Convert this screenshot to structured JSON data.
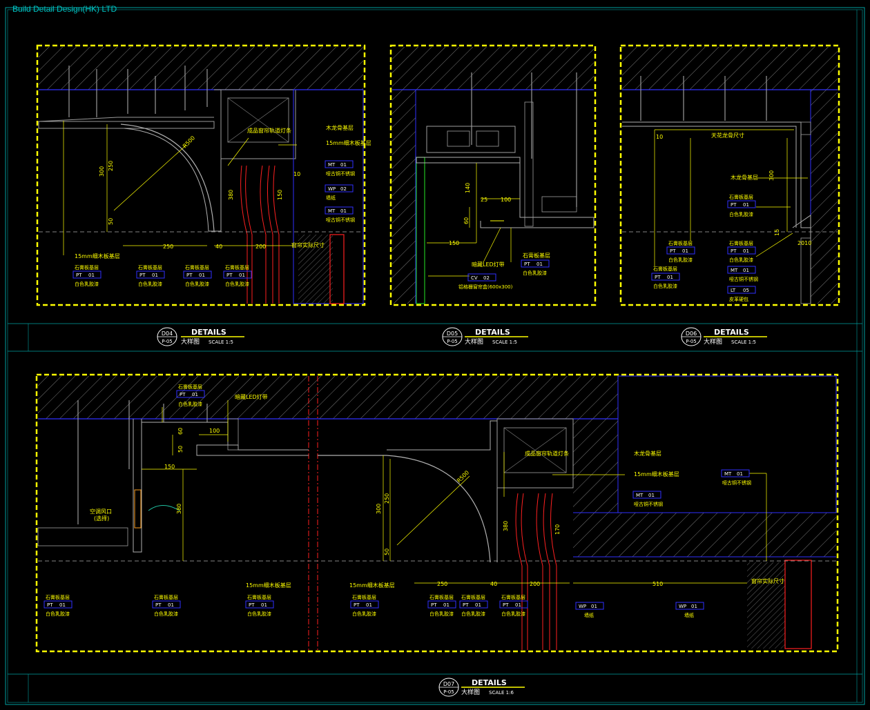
{
  "company": "Build Detail Design(HK) LTD",
  "colors": {
    "frame": "#00b0b0",
    "yellow": "#ffff00",
    "blue": "#2020ff",
    "red": "#ff2020",
    "grey": "#8a8a8a",
    "white": "#ffffff",
    "green": "#20c020"
  },
  "details": [
    {
      "code": "D04",
      "sheet": "P-05",
      "title": "DETAILS",
      "subtitle": "大样图",
      "scale": "SCALE 1:5"
    },
    {
      "code": "D05",
      "sheet": "P-05",
      "title": "DETAILS",
      "subtitle": "大样图",
      "scale": "SCALE 1:5"
    },
    {
      "code": "D06",
      "sheet": "P-05",
      "title": "DETAILS",
      "subtitle": "大样图",
      "scale": "SCALE 1:5"
    },
    {
      "code": "D07",
      "sheet": "P-05",
      "title": "DETAILS",
      "subtitle": "大样图",
      "scale": "SCALE 1:6"
    }
  ],
  "material_codes": {
    "PT01": {
      "code": "PT",
      "num": "01",
      "desc": "白色乳胶漆"
    },
    "MT01": {
      "code": "MT",
      "num": "01",
      "desc": "哑古铜不锈钢"
    },
    "WP02": {
      "code": "WP",
      "num": "02",
      "desc": "墙纸"
    },
    "WP01": {
      "code": "WP",
      "num": "01",
      "desc": "墙纸"
    },
    "CV02": {
      "code": "CV",
      "num": "02",
      "desc": "铝格栅窗帘盒(600x300)"
    },
    "LT05": {
      "code": "LT",
      "num": "05",
      "desc": "皮革硬包"
    }
  },
  "labels": {
    "gypsum_base": "石膏板基层",
    "mdf_15": "15mm细木板基层",
    "wood_keel": "木龙骨基层",
    "curtain_track": "成品窗帘轨道灯条",
    "curtain_size": "窗帘实际尺寸",
    "hidden_led": "暗藏LED灯带",
    "ceiling_size": "天花龙骨尺寸",
    "ac_vent": "空调风口",
    "ac_vent_note": "(选择)"
  },
  "dims": {
    "r500": "R500",
    "d250": "250",
    "d40": "40",
    "d200": "200",
    "d300": "300",
    "d50": "50",
    "d10": "10",
    "d380": "380",
    "d150": "150",
    "d100": "100",
    "d25": "25",
    "d60": "60",
    "d140": "140",
    "d510": "510",
    "d15": "15",
    "d2010": "2010",
    "d170": "170"
  }
}
